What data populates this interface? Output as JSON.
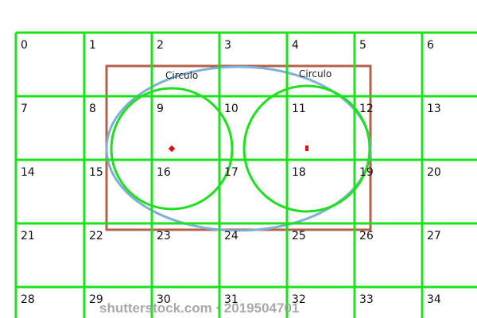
{
  "grid": {
    "color": "#1fe01f",
    "cell_labels": [
      "0",
      "1",
      "2",
      "3",
      "4",
      "5",
      "6",
      "7",
      "8",
      "9",
      "10",
      "11",
      "12",
      "13",
      "14",
      "15",
      "16",
      "17",
      "18",
      "19",
      "20",
      "21",
      "22",
      "23",
      "24",
      "25",
      "26",
      "27",
      "28",
      "29",
      "30",
      "31",
      "32",
      "33",
      "34"
    ]
  },
  "figure": {
    "rect_color": "#b5604a",
    "ellipse_color": "#7fb0d6",
    "circle_color": "#1fe01f",
    "point_color": "#e01010",
    "labels": [
      "Circulo",
      "Circulo"
    ]
  },
  "watermark": "shutterstock.com · 2019504701"
}
